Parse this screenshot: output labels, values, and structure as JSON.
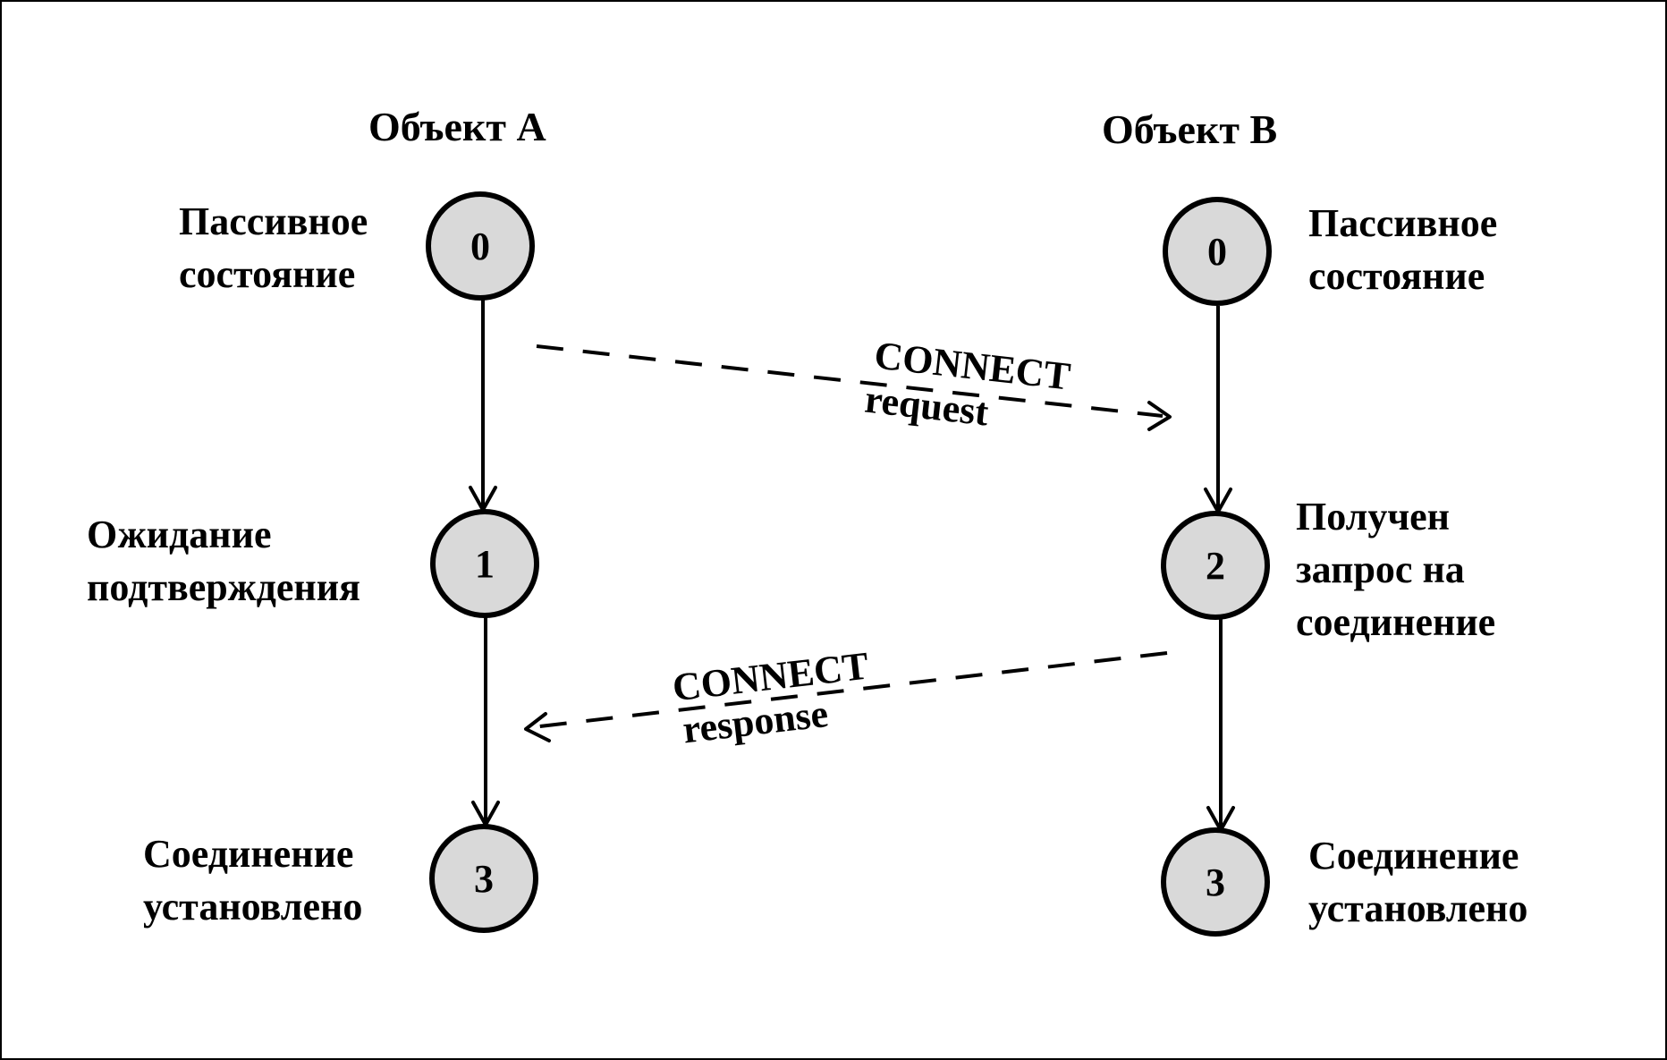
{
  "objects": {
    "a": {
      "title": "Объект A",
      "states": [
        {
          "number": "0",
          "label_lines": [
            "Пассивное",
            "состояние"
          ]
        },
        {
          "number": "1",
          "label_lines": [
            "Ожидание",
            "подтверждения"
          ]
        },
        {
          "number": "3",
          "label_lines": [
            "Соединение",
            "установлено"
          ]
        }
      ]
    },
    "b": {
      "title": "Объект B",
      "states": [
        {
          "number": "0",
          "label_lines": [
            "Пассивное",
            "состояние"
          ]
        },
        {
          "number": "2",
          "label_lines": [
            "Получен",
            "запрос на",
            "соединение"
          ]
        },
        {
          "number": "3",
          "label_lines": [
            "Соединение",
            "установлено"
          ]
        }
      ]
    }
  },
  "messages": {
    "request": {
      "line1": "CONNECT",
      "line2": "request"
    },
    "response": {
      "line1": "CONNECT",
      "line2": "response"
    }
  },
  "colors": {
    "circle_fill": "#d9d9d9",
    "stroke": "#000000",
    "background": "#ffffff"
  }
}
